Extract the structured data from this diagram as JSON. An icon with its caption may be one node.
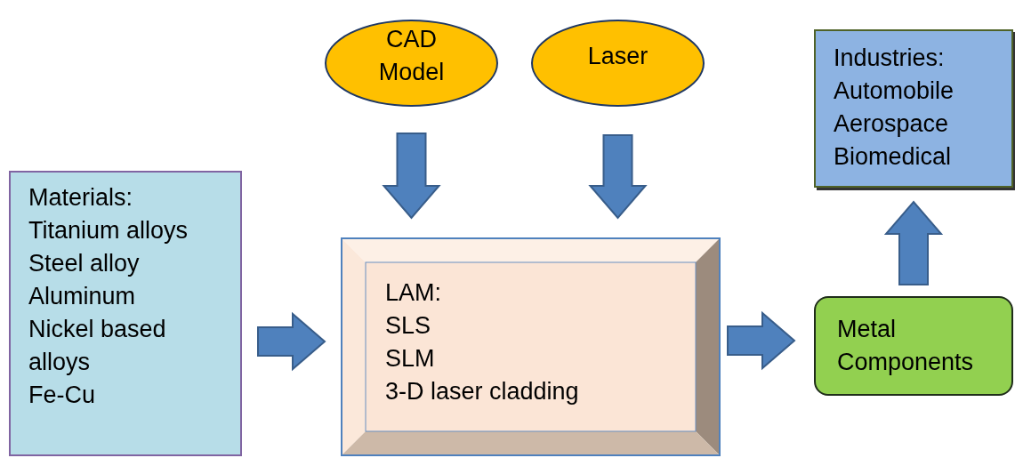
{
  "diagram": {
    "nodes": [
      {
        "text": [
          "CAD Model"
        ]
      },
      {
        "text": [
          "Laser"
        ]
      },
      {
        "text": [
          "Materials:",
          "Titanium alloys",
          "Steel alloy",
          "Aluminum",
          "Nickel based alloys",
          "Fe-Cu"
        ]
      },
      {
        "text": [
          "LAM:",
          "SLS",
          "SLM",
          "3-D laser cladding"
        ]
      },
      {
        "text": [
          "Metal Components"
        ]
      },
      {
        "text": [
          "Industries:",
          "Automobile",
          "Aerospace",
          "Biomedical"
        ]
      }
    ],
    "edges": [
      {
        "from": 0,
        "to": 3,
        "arrow": "to"
      },
      {
        "from": 1,
        "to": 3,
        "arrow": "to"
      },
      {
        "from": 2,
        "to": 3,
        "arrow": "to"
      },
      {
        "from": 3,
        "to": 4,
        "arrow": "to"
      },
      {
        "from": 4,
        "to": 5,
        "arrow": "to"
      }
    ]
  }
}
